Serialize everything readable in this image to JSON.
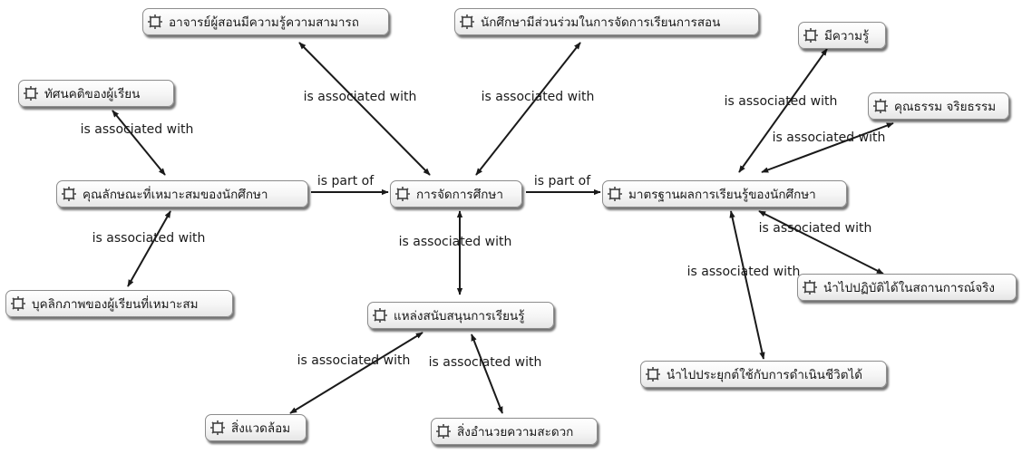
{
  "nodes": {
    "n1": "อาจารย์ผู้สอนมีความรู้ความสามารถ",
    "n2": "นักศึกษามีส่วนร่วมในการจัดการเรียนการสอน",
    "n3": "มีความรู้",
    "n4": "ทัศนคติของผู้เรียน",
    "n5": "คุณธรรม จริยธรรม",
    "n6": "คุณลักษณะที่เหมาะสมของนักศึกษา",
    "n7": "การจัดการศึกษา",
    "n8": "มาตรฐานผลการเรียนรู้ของนักศึกษา",
    "n9": "บุคลิกภาพของผู้เรียนที่เหมาะสม",
    "n10": "แหล่งสนับสนุนการเรียนรู้",
    "n11": "นำไปปฏิบัติได้ในสถานการณ์จริง",
    "n12": "นำไปประยุกต์ใช้กับการดำเนินชีวิตได้",
    "n13": "สิ่งแวดล้อม",
    "n14": "สิ่งอำนวยความสะดวก"
  },
  "relations": {
    "assoc": "is associated with",
    "part": "is part of"
  },
  "edges": [
    {
      "from": "n1",
      "to": "n7",
      "rel": "assoc"
    },
    {
      "from": "n2",
      "to": "n7",
      "rel": "assoc"
    },
    {
      "from": "n4",
      "to": "n6",
      "rel": "assoc"
    },
    {
      "from": "n6",
      "to": "n7",
      "rel": "part"
    },
    {
      "from": "n7",
      "to": "n8",
      "rel": "part"
    },
    {
      "from": "n6",
      "to": "n9",
      "rel": "assoc"
    },
    {
      "from": "n7",
      "to": "n10",
      "rel": "assoc"
    },
    {
      "from": "n10",
      "to": "n13",
      "rel": "assoc"
    },
    {
      "from": "n10",
      "to": "n14",
      "rel": "assoc"
    },
    {
      "from": "n8",
      "to": "n3",
      "rel": "assoc"
    },
    {
      "from": "n8",
      "to": "n5",
      "rel": "assoc"
    },
    {
      "from": "n8",
      "to": "n11",
      "rel": "assoc"
    },
    {
      "from": "n8",
      "to": "n12",
      "rel": "assoc"
    }
  ],
  "icon": "concept-icon"
}
